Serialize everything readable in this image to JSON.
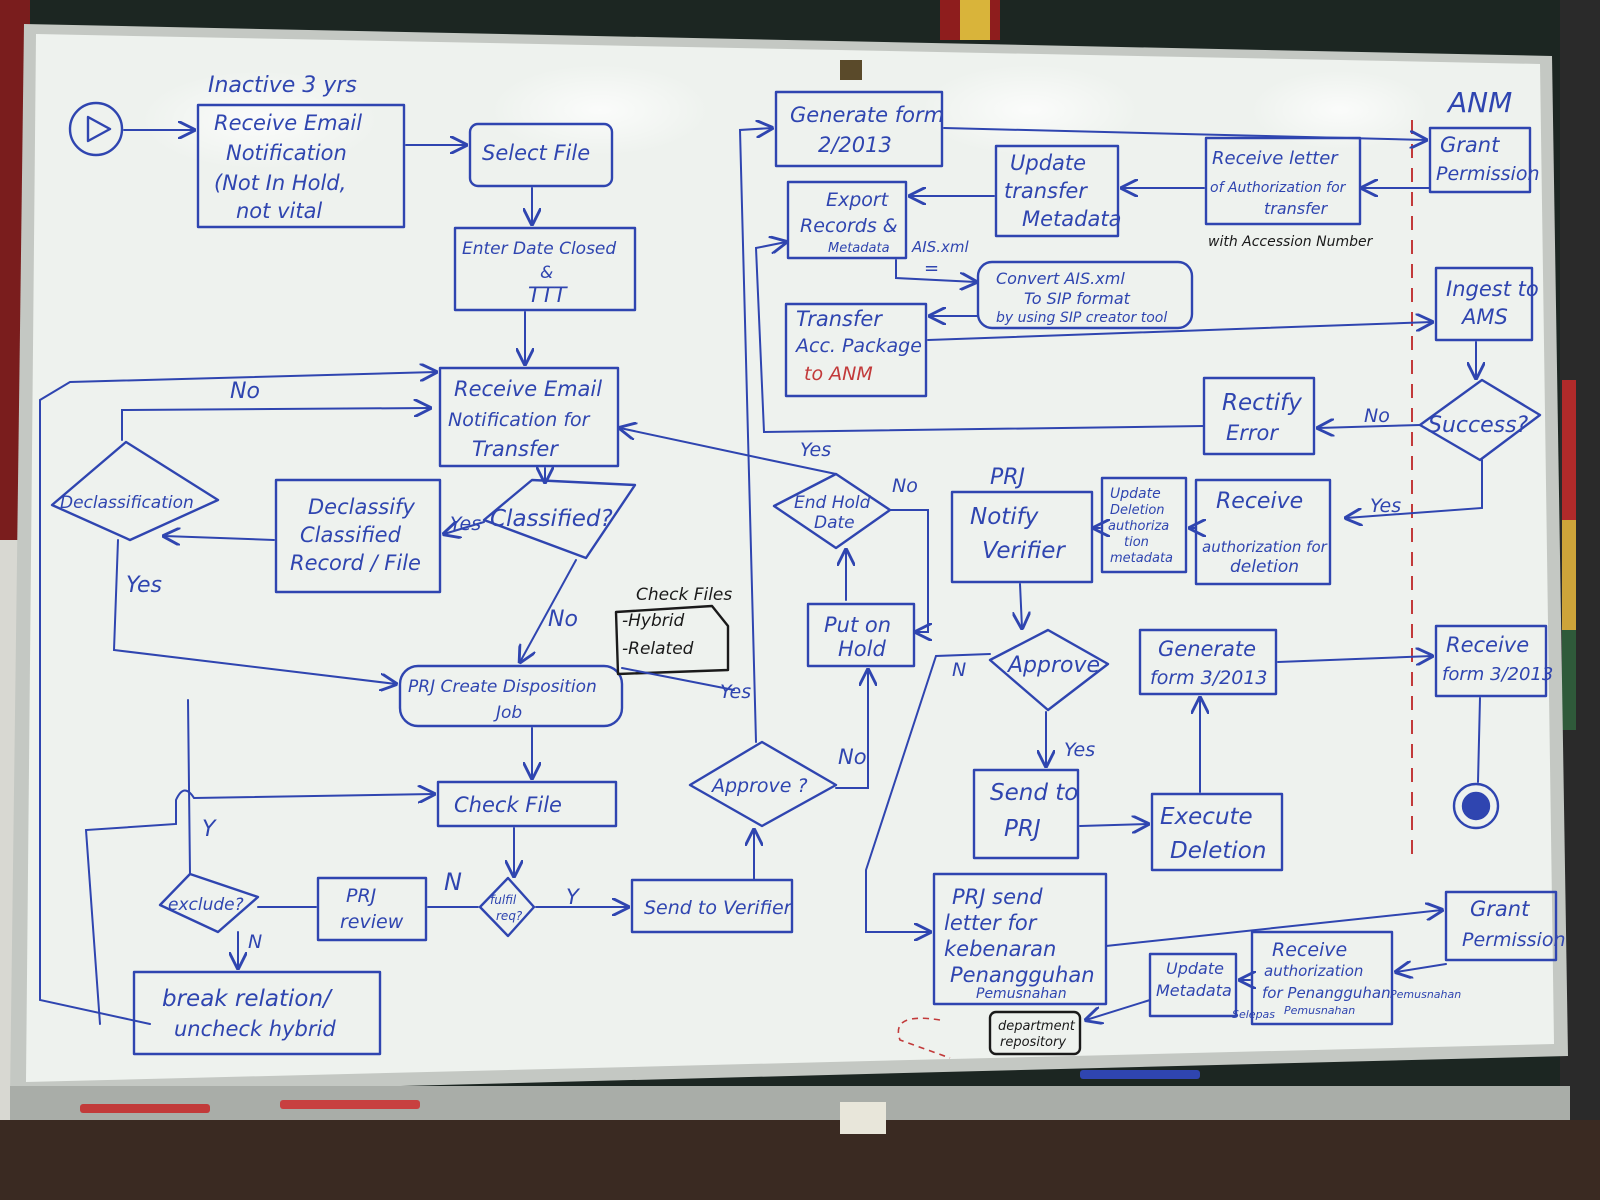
{
  "colors": {
    "ink": "#2f45b0",
    "ink_black": "#1a1a1a",
    "ink_red": "#c23a3a",
    "board": "#eef2ee",
    "frame": "#b9bdb8",
    "background": "#1c2622"
  },
  "labels": {
    "inactive": "Inactive 3 yrs",
    "anm": "ANM",
    "prj_top": "PRJ",
    "ais_xml": "AIS.xml",
    "equals": "=",
    "with_accession": "with Accession Number",
    "check_files_title": "Check Files",
    "check_files_l1": "-Hybrid",
    "check_files_l2": "-Related",
    "selepas": "Selepas",
    "pemusnahan": "Pemusnahan",
    "dept_l1": "department",
    "dept_l2": "repository",
    "to_anm": "to ANM"
  },
  "nodes": {
    "receive_email_1": [
      "Receive Email",
      "Notification",
      "(Not In Hold,",
      "not vital"
    ],
    "select_file": [
      "Select File"
    ],
    "enter_date": [
      "Enter Date Closed",
      "&",
      "TTT"
    ],
    "receive_email_2": [
      "Receive Email",
      "Notification for",
      "Transfer"
    ],
    "declassification": [
      "Declassification"
    ],
    "declassify": [
      "Declassify",
      "Classified",
      "Record / File"
    ],
    "classified": [
      "Classified?"
    ],
    "create_disposition": [
      "PRJ Create Disposition",
      "Job"
    ],
    "check_file": [
      "Check File"
    ],
    "exclude": [
      "exclude?"
    ],
    "prj_review": [
      "PRJ",
      "review"
    ],
    "fulfil_req": [
      "fulfil",
      "req?"
    ],
    "send_verifier": [
      "Send to Verifier"
    ],
    "break_relation": [
      "break relation/",
      "uncheck hybrid"
    ],
    "approve_1": [
      "Approve ?"
    ],
    "put_on_hold": [
      "Put on",
      "Hold"
    ],
    "end_hold": [
      "End Hold",
      "Date"
    ],
    "generate_form_2": [
      "Generate form",
      "2/2013"
    ],
    "export_records": [
      "Export",
      "Records &",
      "Metadata"
    ],
    "update_transfer": [
      "Update",
      "transfer",
      "Metadata"
    ],
    "receive_letter": [
      "Receive letter",
      "of Authorization for",
      "transfer"
    ],
    "grant_permission_1": [
      "Grant",
      "Permission"
    ],
    "convert_ais": [
      "Convert AIS.xml",
      "To SIP format",
      "by using SIP creator tool"
    ],
    "transfer_acc": [
      "Transfer",
      "Acc. Package"
    ],
    "ingest_ams": [
      "Ingest to",
      "AMS"
    ],
    "success": [
      "Success?"
    ],
    "rectify_error": [
      "Rectify",
      "Error"
    ],
    "receive_auth_deletion": [
      "Receive",
      "authorization for",
      "deletion"
    ],
    "update_deletion": [
      "Update",
      "Deletion",
      "authoriza",
      "tion",
      "metadata"
    ],
    "notify_verifier": [
      "Notify",
      "Verifier"
    ],
    "approve_2": [
      "Approve"
    ],
    "generate_form_3": [
      "Generate",
      "form 3/2013"
    ],
    "receive_form_3": [
      "Receive",
      "form 3/2013"
    ],
    "send_prj": [
      "Send to",
      "PRJ"
    ],
    "execute_deletion": [
      "Execute",
      "Deletion"
    ],
    "prj_send_letter": [
      "PRJ send",
      "letter for",
      "kebenaran",
      "Penangguhan",
      "Pemusnahan"
    ],
    "update_metadata": [
      "Update",
      "Metadata"
    ],
    "receive_auth_penangguhan": [
      "Receive",
      "authorization",
      "for Penangguhan",
      "Pemusnahan"
    ],
    "grant_permission_2": [
      "Grant",
      "Permission"
    ]
  },
  "edges": {
    "no_top": "No",
    "yes_decl": "Yes",
    "yes_classified": "Yes",
    "no_classified": "No",
    "yes_check": "Yes",
    "y_exclude": "Y",
    "n_exclude": "N",
    "n_fulfil": "N",
    "y_fulfil": "Y",
    "no_approve": "No",
    "yes_end_hold": "Yes",
    "no_end_hold": "No",
    "no_success": "No",
    "yes_success": "Yes",
    "n_approve2": "N",
    "yes_approve2": "Yes"
  }
}
